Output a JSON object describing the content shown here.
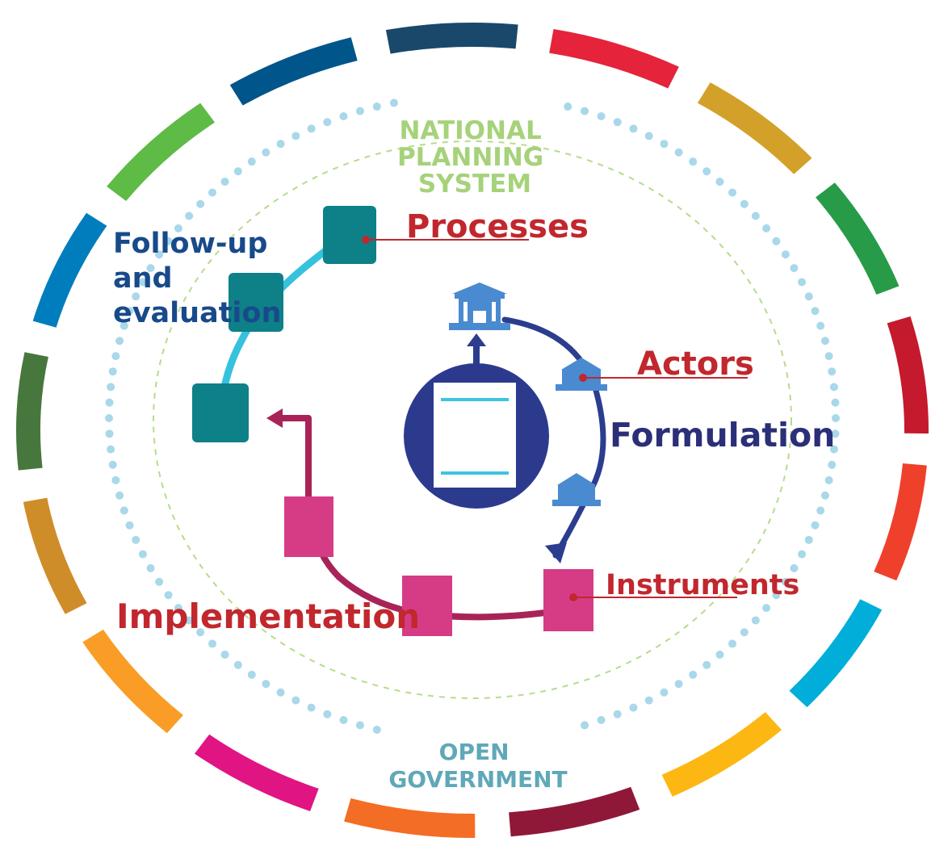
{
  "labels": {
    "national_planning": [
      "NATIONAL",
      "PLANNING",
      "SYSTEM"
    ],
    "open_government": [
      "OPEN",
      "GOVERNMENT"
    ],
    "follow_up": [
      "Follow-up",
      "and",
      "evaluation"
    ],
    "processes": "Processes",
    "actors": "Actors",
    "formulation": "Formulation",
    "instruments": "Instruments",
    "implementation": "Implementation"
  },
  "colors": {
    "national_planning": "#a6d27a",
    "open_government": "#5fa8b8",
    "follow_up": "#184a8b",
    "red_labels": "#c1272d",
    "formulation": "#2b2f78",
    "teal_square": "#0e8088",
    "teal_line": "#36c2dd",
    "navy_arc": "#2b3d8f",
    "actor_blue": "#4a8ad0",
    "magenta": "#d63c86",
    "magenta_line": "#a82458",
    "center_circle": "#2c3a8e",
    "dots": "#a8d8ea",
    "dashed_ring": "#b6dc8a"
  },
  "ring_segment_colors": [
    "#e5243b",
    "#d3a029",
    "#279b48",
    "#c5192d",
    "#ef402b",
    "#00aed9",
    "#fdb713",
    "#8f1838",
    "#f36d25",
    "#e11484",
    "#f99d26",
    "#cf8d2a",
    "#48773e",
    "#007dbc",
    "#5dbb46",
    "#00558a",
    "#19486a"
  ]
}
